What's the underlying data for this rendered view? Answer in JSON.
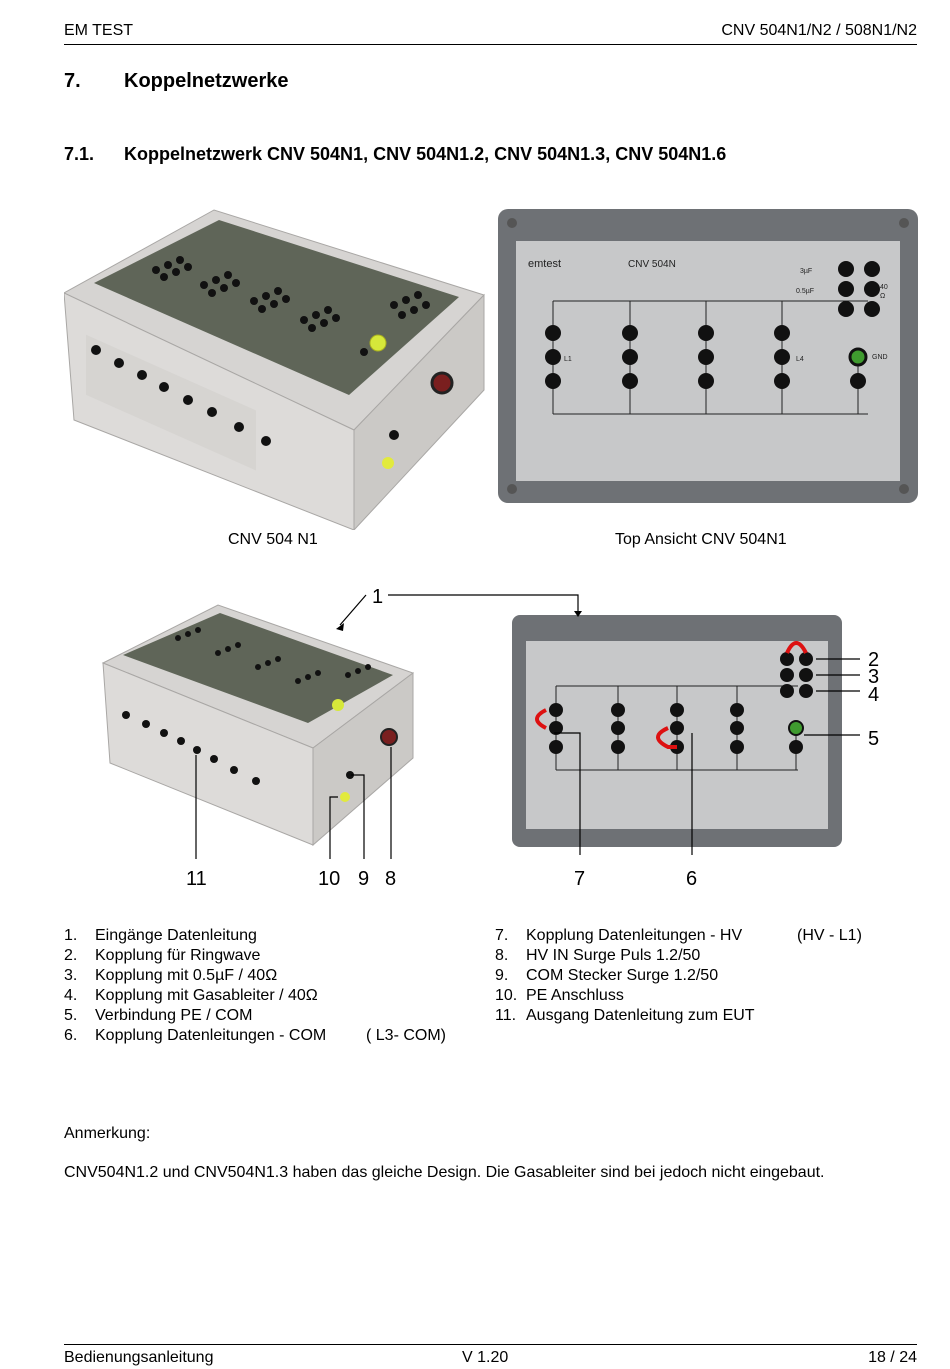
{
  "header": {
    "left": "EM TEST",
    "right": "CNV 504N1/N2 / 508N1/N2"
  },
  "section": {
    "number": "7.",
    "title": "Koppelnetzwerke"
  },
  "subsection": {
    "number": "7.1.",
    "title": "Koppelnetzwerk CNV 504N1, CNV 504N1.2, CNV 504N1.3, CNV 504N1.6"
  },
  "photos": {
    "top_left_caption": "CNV 504 N1",
    "top_right_caption": "Top Ansicht CNV 504N1",
    "panel_brand": "emtest",
    "panel_model": "CNV  504N",
    "panel_cap1": "3µF",
    "panel_cap2": "0.5µF",
    "panel_res": "40",
    "panel_ohm": "Ω",
    "panel_l1": "L1",
    "panel_l4": "L4",
    "panel_gnd": "GND",
    "callouts": [
      "1",
      "2",
      "3",
      "4",
      "5",
      "6",
      "7",
      "8",
      "9",
      "10",
      "11"
    ]
  },
  "legend_left": [
    {
      "n": "1.",
      "text": "Eingänge Datenleitung",
      "extra": ""
    },
    {
      "n": "2.",
      "text": "Kopplung für Ringwave",
      "extra": ""
    },
    {
      "n": "3.",
      "text": "Kopplung mit 0.5µF / 40Ω",
      "extra": ""
    },
    {
      "n": "4.",
      "text": "Kopplung mit Gasableiter / 40Ω",
      "extra": ""
    },
    {
      "n": "5.",
      "text": "Verbindung PE / COM",
      "extra": ""
    },
    {
      "n": "6.",
      "text": "Kopplung Datenleitungen - COM",
      "extra": "( L3- COM)"
    }
  ],
  "legend_right": [
    {
      "n": "7.",
      "text": "Kopplung Datenleitungen - HV",
      "extra": "(HV - L1)"
    },
    {
      "n": "8.",
      "text": "HV IN Surge Puls 1.2/50",
      "extra": ""
    },
    {
      "n": "9.",
      "text": "COM Stecker Surge 1.2/50",
      "extra": ""
    },
    {
      "n": "10.",
      "text": "PE Anschluss",
      "extra": ""
    },
    {
      "n": "11.",
      "text": "Ausgang Datenleitung zum EUT",
      "extra": ""
    }
  ],
  "note": {
    "label": "Anmerkung:",
    "text": "CNV504N1.2 und CNV504N1.3 haben das gleiche Design. Die Gasableiter sind bei jedoch nicht eingebaut."
  },
  "footer": {
    "left": "Bedienungsanleitung",
    "center": "V 1.20",
    "right": "18 / 24"
  }
}
